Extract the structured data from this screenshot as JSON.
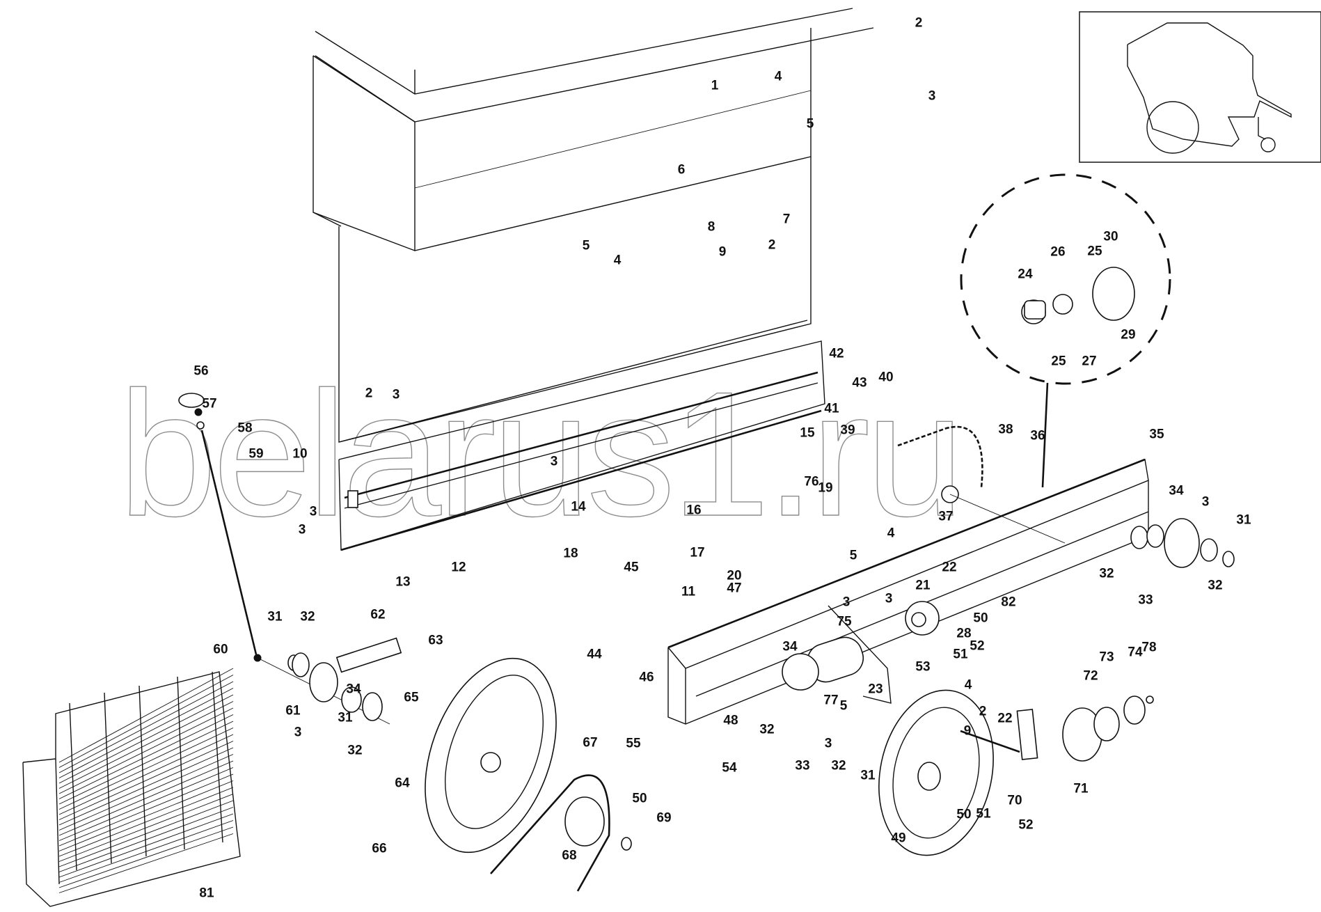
{
  "figure": {
    "type": "exploded-parts-diagram",
    "watermark": "belarus1.ru",
    "inset_caption": "",
    "colors": {
      "line": "#111111",
      "watermark": "#8c8c8c",
      "background": "#ffffff"
    }
  },
  "callouts": [
    "1",
    "2",
    "3",
    "4",
    "5",
    "6",
    "7",
    "8",
    "9",
    "2",
    "5",
    "4",
    "2",
    "3",
    "10",
    "3",
    "3",
    "14",
    "3",
    "12",
    "13",
    "18",
    "15",
    "16",
    "17",
    "76",
    "19",
    "20",
    "42",
    "43",
    "41",
    "40",
    "39",
    "38",
    "37",
    "36",
    "35",
    "24",
    "26",
    "25",
    "30",
    "25",
    "27",
    "29",
    "56",
    "57",
    "58",
    "59",
    "60",
    "61",
    "3",
    "31",
    "32",
    "62",
    "63",
    "34",
    "31",
    "65",
    "32",
    "64",
    "66",
    "67",
    "68",
    "50",
    "69",
    "45",
    "44",
    "11",
    "47",
    "46",
    "48",
    "55",
    "54",
    "4",
    "5",
    "3",
    "21",
    "22",
    "82",
    "50",
    "28",
    "3",
    "75",
    "51",
    "52",
    "53",
    "34",
    "77",
    "23",
    "5",
    "4",
    "32",
    "33",
    "3",
    "32",
    "31",
    "9",
    "2",
    "22",
    "70",
    "71",
    "49",
    "50",
    "51",
    "52",
    "72",
    "73",
    "74",
    "78",
    "3",
    "31",
    "32",
    "33",
    "34",
    "32",
    "81"
  ]
}
